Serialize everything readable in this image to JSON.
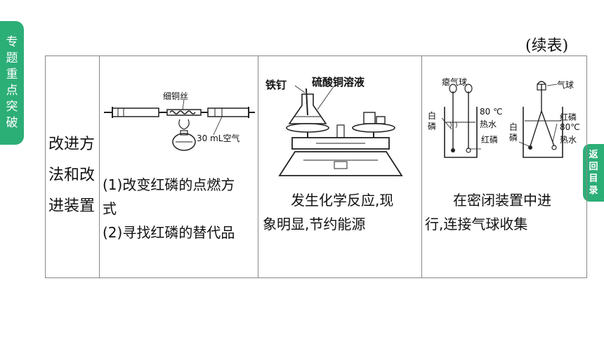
{
  "side_tab": {
    "chars": [
      "专",
      "题",
      "重",
      "点",
      "突",
      "破"
    ]
  },
  "return_tab": {
    "chars": [
      "返",
      "回",
      "目",
      "录"
    ]
  },
  "continuation_label": "(续表)",
  "row": {
    "header": "改进方法和改进装置",
    "col1": {
      "figure_labels": {
        "wire": "细铜丝",
        "air": "30 mL空气"
      },
      "lines": [
        "(1)改变红磷的点燃方",
        "式",
        "(2)寻找红磷的替代品"
      ]
    },
    "col2": {
      "figure_labels": {
        "nail": "铁钉",
        "solution": "硫酸铜溶液"
      },
      "lines": [
        "　　发生化学反应,现",
        "象明显,节约能源"
      ]
    },
    "col3": {
      "figure_labels": {
        "deflated_balloon": "瘪气球",
        "white_phos_1": "白磷",
        "temp_1": "80 ℃",
        "hot_water_1": "热水",
        "red_phos_1": "红磷",
        "balloon": "气球",
        "white_phos_2": "白磷",
        "red_phos_2": "红磷",
        "temp_2": "80℃",
        "hot_water_2": "热水"
      },
      "lines": [
        "　　在密闭装置中进",
        "行,连接气球收集"
      ]
    }
  }
}
